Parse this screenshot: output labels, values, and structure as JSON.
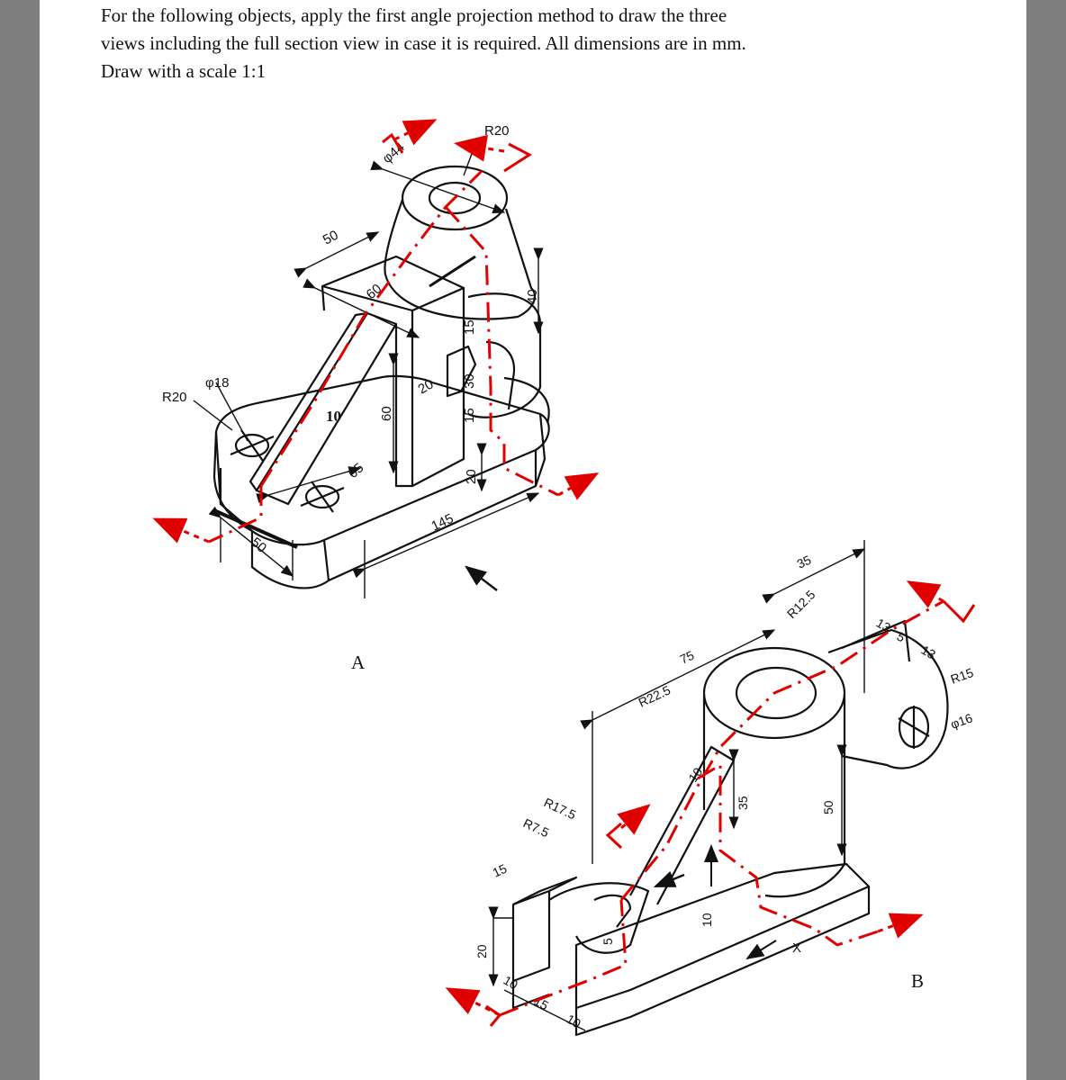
{
  "instructions": {
    "line1": "For the following objects, apply the first angle projection method to draw the three",
    "line2": "views including the full section view in case it is required. All dimensions are in mm.",
    "line3": "Draw with a scale 1:1"
  },
  "figure_a": {
    "label": "A",
    "dims": {
      "r20_top": "R20",
      "phi44": "φ44",
      "d50_top": "50",
      "d60_slant": "60",
      "d40": "40",
      "d15_a": "15",
      "d30": "30",
      "d15_b": "15",
      "d20_a": "20",
      "d60_vert": "60",
      "d10": "10",
      "r20_left": "R20",
      "phi18": "φ18",
      "d65": "65",
      "d20_b": "20",
      "d145": "145",
      "d50_bottom": "50"
    }
  },
  "figure_b": {
    "label": "B",
    "dims": {
      "d35_top": "35",
      "r12_5": "R12.5",
      "d75": "75",
      "r22_5": "R22.5",
      "d13_a": "13",
      "d5": "5",
      "d13_b": "13",
      "r15": "R15",
      "phi16": "φ16",
      "d10_arm": "10",
      "d35_vert": "35",
      "d50": "50",
      "r17_5": "R17.5",
      "r7_5": "R7.5",
      "d15_top": "15",
      "d20_left": "20",
      "d5_small": "5",
      "d10_vert": "10",
      "d10_bot": "10",
      "d15_bot": "15",
      "d10_bot2": "10",
      "section_mark": "X"
    }
  },
  "colors": {
    "page": "#ffffff",
    "background": "#7f7f7f",
    "ink": "#111111",
    "section_line": "#e10000"
  }
}
